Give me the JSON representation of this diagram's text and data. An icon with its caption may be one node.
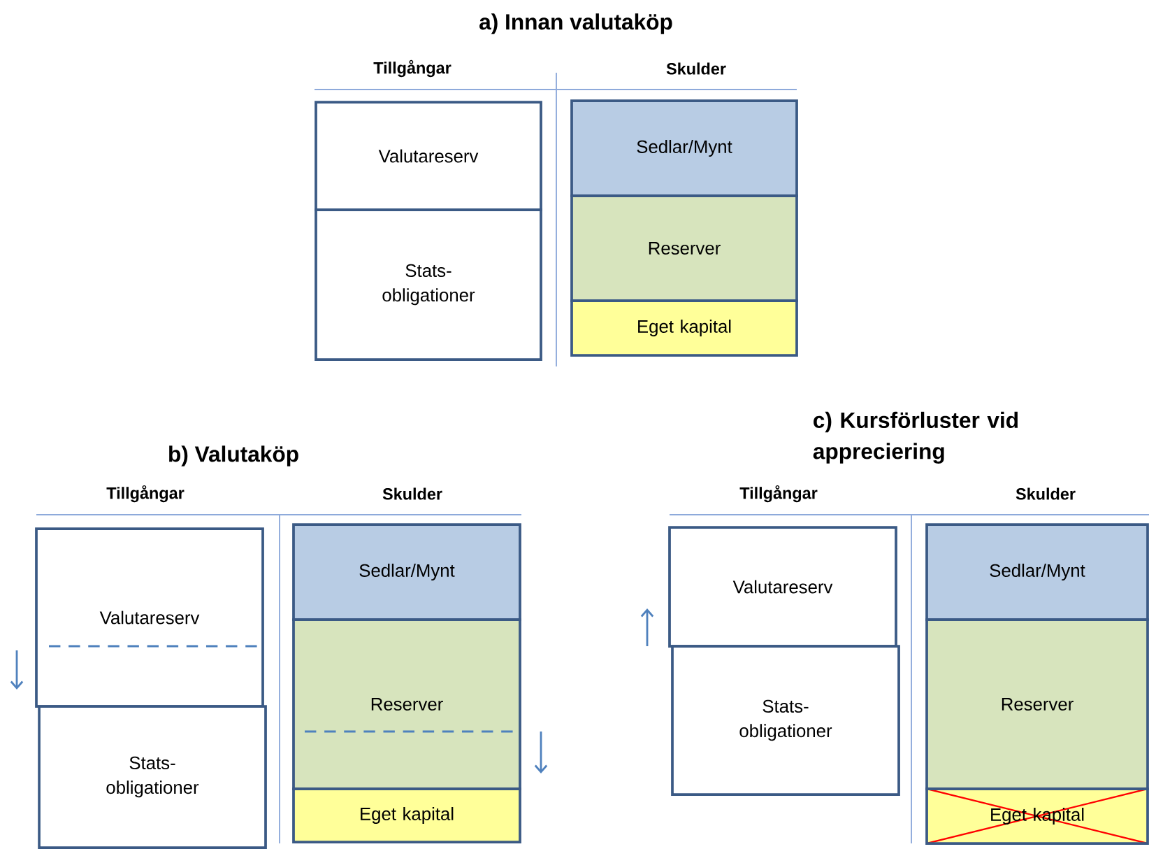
{
  "diagram": {
    "nodes": [
      {
        "text": [
          "Valutareserv"
        ]
      },
      {
        "text": [
          "Stats- obligationer"
        ]
      },
      {
        "text": [
          "Sedlar/Mynt"
        ]
      },
      {
        "text": [
          "Reserver"
        ]
      },
      {
        "text": [
          "Eget kapital"
        ]
      },
      {
        "text": [
          "Valutareserv"
        ]
      },
      {
        "text": [
          "Stats- obligationer"
        ]
      },
      {
        "text": [
          "Sedlar/Mynt"
        ]
      },
      {
        "text": [
          "Reserver"
        ]
      },
      {
        "text": [
          "Eget kapital"
        ]
      },
      {
        "text": [
          "Valutareserv"
        ]
      },
      {
        "text": [
          "Stats- obligationer"
        ]
      },
      {
        "text": [
          "Sedlar/Mynt"
        ]
      },
      {
        "text": [
          "Reserver"
        ]
      },
      {
        "text": [
          "Eget kapital"
        ]
      }
    ],
    "labels": [
      "a) Innan valutaköp",
      "Tillgångar",
      "Skulder",
      "b) Valutaköp",
      "c) Kursförluster vid appreciering",
      "Tillgångar",
      "Skulder",
      "Tillgångar",
      "Skulder"
    ]
  }
}
